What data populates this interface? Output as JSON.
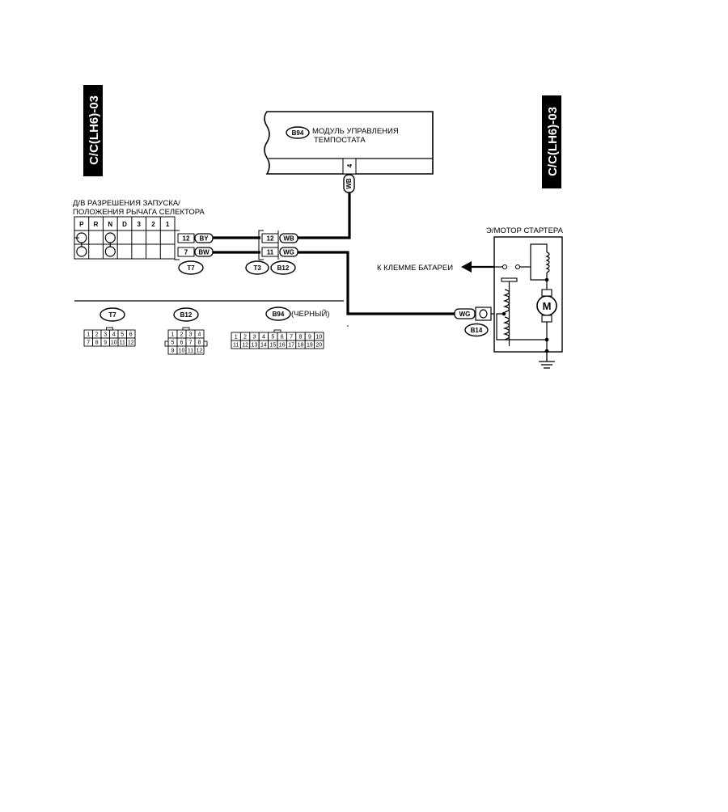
{
  "code_tags": {
    "left": "C/C(LH6)-03",
    "right": "C/C(LH6)-03"
  },
  "tcm": {
    "connector": "B94",
    "title_line1": "МОДУЛЬ УПРАВЛЕНИЯ",
    "title_line2": "ТЕМПОСТАТА",
    "pin": "4",
    "wire": "WB"
  },
  "inhibitor": {
    "title_line1": "Д/В РАЗРЕШЕНИЯ ЗАПУСКА/",
    "title_line2": "ПОЛОЖЕНИЯ РЫЧАГА СЕЛЕКТОРА",
    "positions": [
      "P",
      "R",
      "N",
      "D",
      "3",
      "2",
      "1"
    ]
  },
  "harness": {
    "t7_pins": [
      "12",
      "7"
    ],
    "t7_wires": [
      "BY",
      "BW"
    ],
    "t3_pins": [
      "12",
      "11"
    ],
    "t3_wires": [
      "WB",
      "WG"
    ],
    "labels": {
      "t7": "T7",
      "t3": "T3",
      "b12": "B12"
    }
  },
  "starter": {
    "title": "Э/МОТОР СТАРТЕРА",
    "battery_label": "К КЛЕММЕ БАТАРЕИ",
    "wire": "WG",
    "connector": "B14",
    "motor_symbol": "M"
  },
  "connector_faces": {
    "t7": {
      "label": "T7",
      "row1": [
        "1",
        "2",
        "3",
        "4",
        "5",
        "6"
      ],
      "row2": [
        "7",
        "8",
        "9",
        "10",
        "11",
        "12"
      ]
    },
    "b12": {
      "label": "B12",
      "row1": [
        "1",
        "2",
        "3",
        "4"
      ],
      "row2": [
        "5",
        "6",
        "7",
        "8"
      ],
      "row3": [
        "9",
        "10",
        "11",
        "12"
      ]
    },
    "b94": {
      "label": "B94",
      "note": "(ЧЕРНЫЙ)",
      "row1": [
        "1",
        "2",
        "3",
        "4",
        "5",
        "6",
        "7",
        "8",
        "9",
        "10"
      ],
      "row2": [
        "11",
        "12",
        "13",
        "14",
        "15",
        "16",
        "17",
        "18",
        "19",
        "20"
      ]
    }
  }
}
